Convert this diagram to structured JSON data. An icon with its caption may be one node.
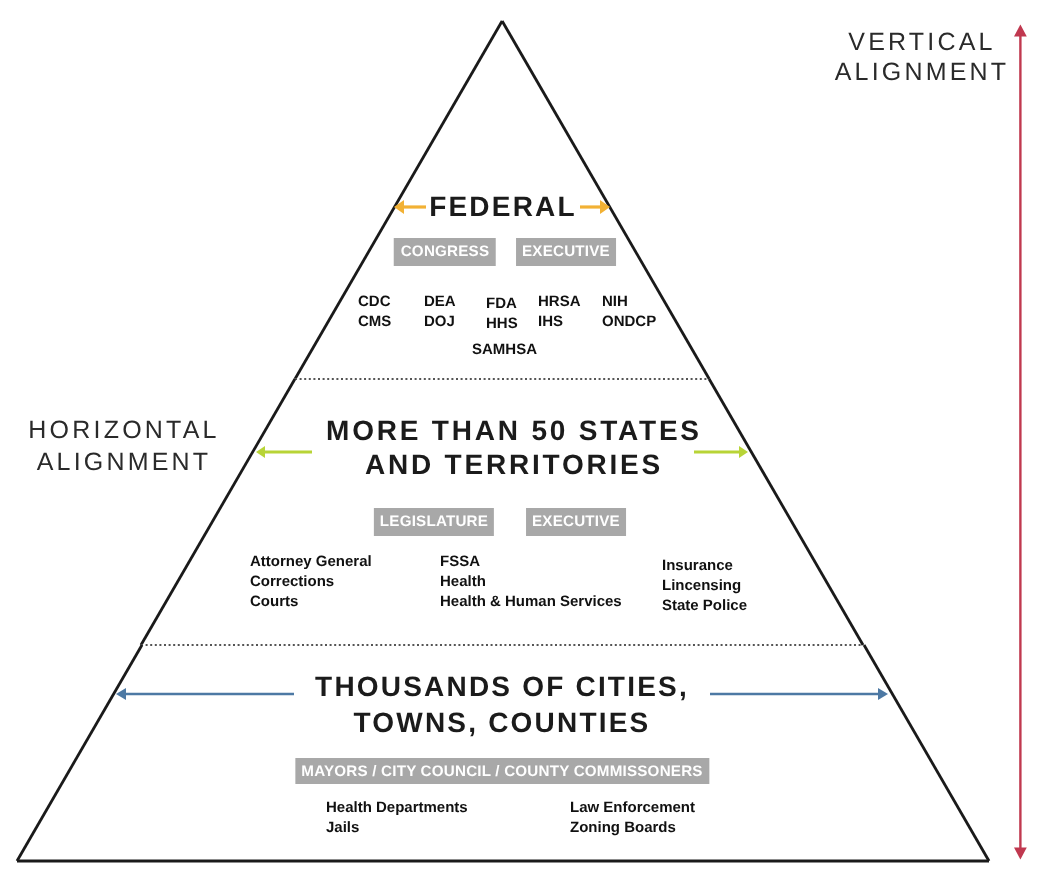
{
  "diagram": {
    "nodes": [
      {
        "text": [
          "FEDERAL",
          "CDC CMS",
          "DEA DOJ",
          "FDA HHS",
          "HRSA IHS",
          "NIH ONDCP",
          "SAMHSA"
        ]
      },
      {
        "text": [
          "CONGRESS"
        ],
        "in": 0
      },
      {
        "text": [
          "EXECUTIVE"
        ],
        "in": 0
      },
      {
        "text": [
          "MORE THAN 50 STATES AND TERRITORIES",
          "Attorney General Corrections Courts",
          "FSSA Health Health & Human Services",
          "Insurance Lincensing State Police"
        ]
      },
      {
        "text": [
          "LEGISLATURE"
        ],
        "in": 3
      },
      {
        "text": [
          "EXECUTIVE"
        ],
        "in": 3
      },
      {
        "text": [
          "THOUSANDS OF CITIES, TOWNS, COUNTIES",
          "Health Departments Jails",
          "Law Enforcement Zoning Boards"
        ]
      },
      {
        "text": [
          "MAYORS / CITY COUNCIL / COUNTY COMMISSONERS"
        ],
        "in": 6
      }
    ],
    "labels": [
      "VERTICAL ALIGNMENT",
      "HORIZONTAL ALIGNMENT"
    ]
  }
}
